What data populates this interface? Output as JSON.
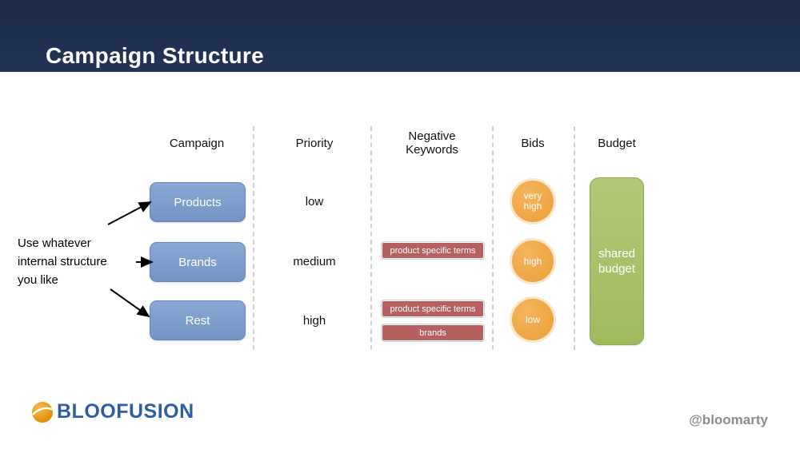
{
  "slide": {
    "title": "Campaign Structure",
    "logo_text": "BLOOFUSION",
    "handle": "@bloomarty"
  },
  "columns": {
    "campaign": "Campaign",
    "priority": "Priority",
    "negative_keywords": "Negative Keywords",
    "bids": "Bids",
    "budget": "Budget"
  },
  "annotation": {
    "lines": [
      "Use whatever",
      "internal structure",
      "you like"
    ]
  },
  "rows": [
    {
      "campaign": "Products",
      "priority": "low",
      "bid": "very high"
    },
    {
      "campaign": "Brands",
      "priority": "medium",
      "bid": "high"
    },
    {
      "campaign": "Rest",
      "priority": "high",
      "bid": "low"
    }
  ],
  "negative_keywords": {
    "brands_row": [
      "product specific terms"
    ],
    "rest_row": [
      "product specific terms",
      "brands"
    ]
  },
  "budget": {
    "label": "shared budget"
  },
  "colors": {
    "header_bg": "#203150",
    "campaign_box": "#7d9cca",
    "keyword_pill": "#b66060",
    "bid_circle": "#f0a644",
    "budget_box": "#a9c169"
  }
}
